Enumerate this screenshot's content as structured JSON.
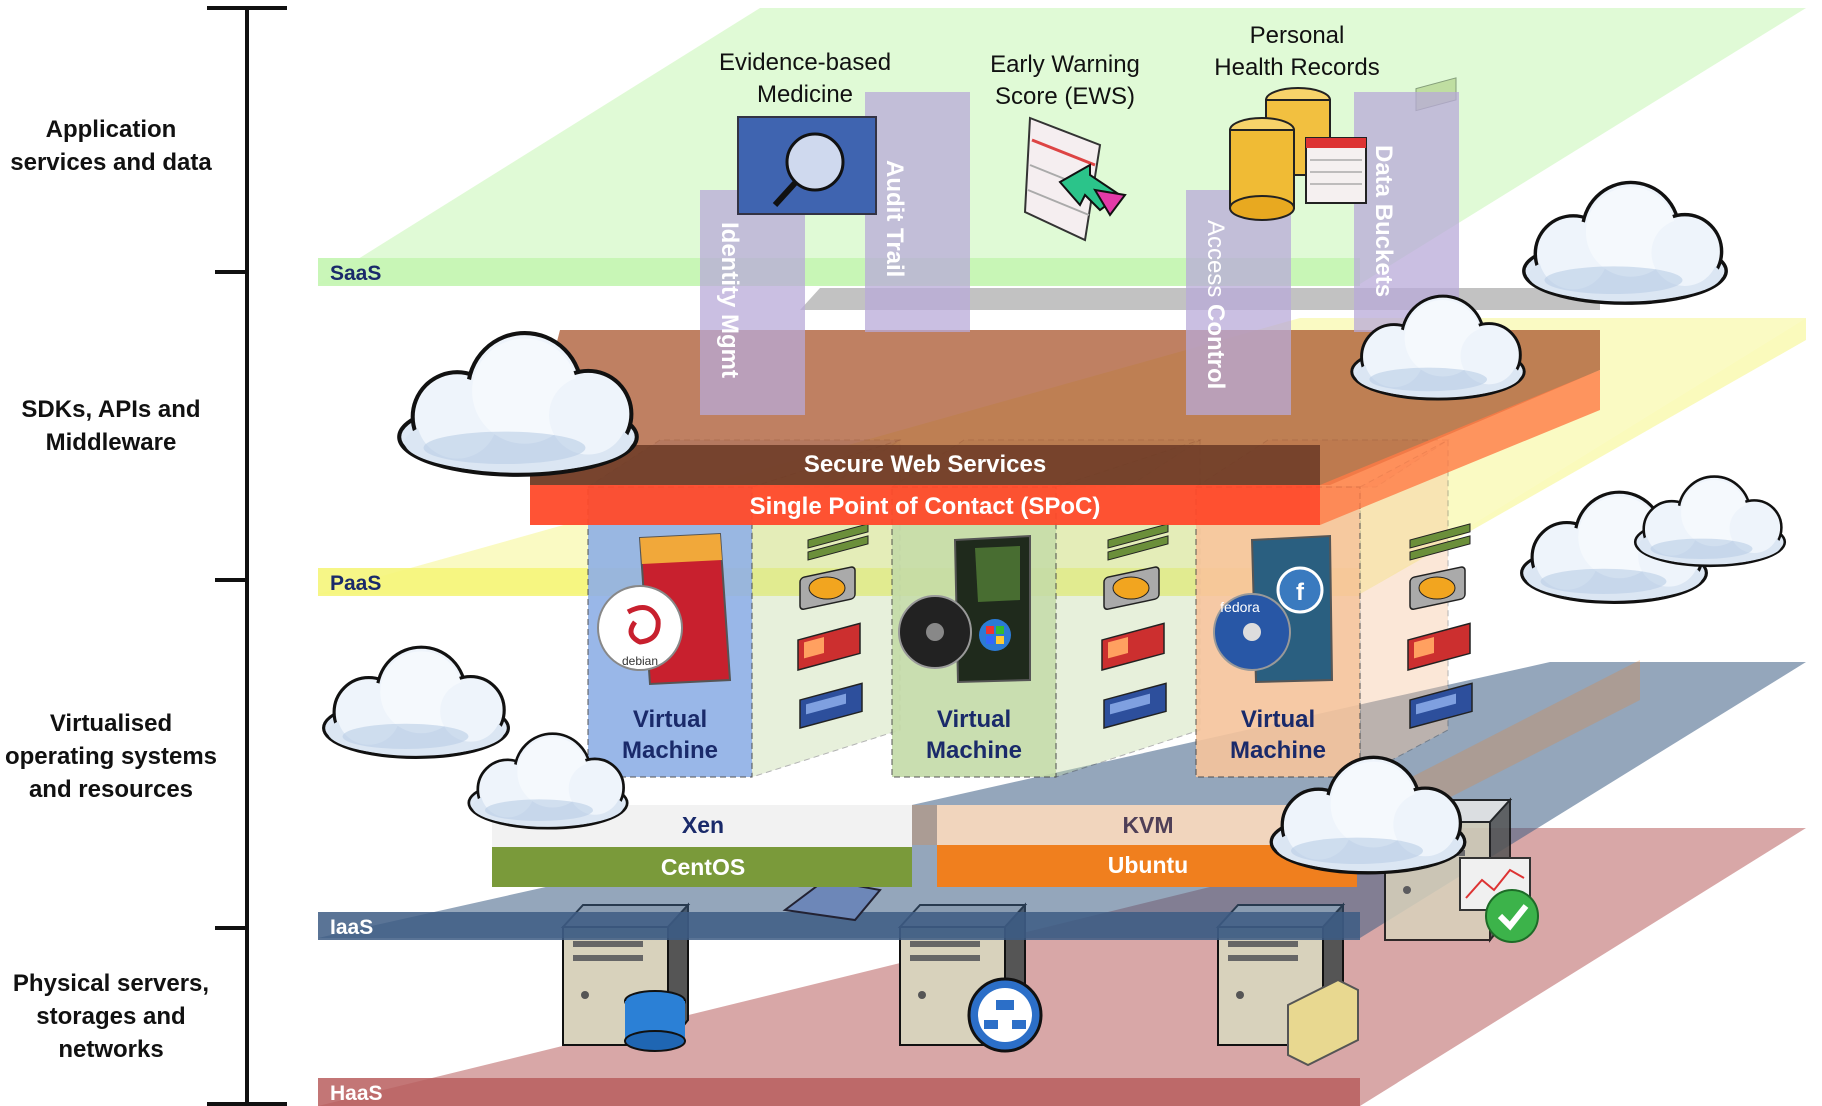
{
  "layers": {
    "saas": "SaaS",
    "paas": "PaaS",
    "iaas": "IaaS",
    "haas": "HaaS"
  },
  "side_labels": {
    "application": "Application\nservices and data",
    "sdk": "SDKs, APIs and\nMiddleware",
    "virtualised": "Virtualised\noperating systems\nand resources",
    "physical": "Physical servers,\nstorages and\nnetworks"
  },
  "apps": {
    "ebm_line1": "Evidence-based",
    "ebm_line2": "Medicine",
    "ews_line1": "Early Warning",
    "ews_line2": "Score (EWS)",
    "phr_line1": "Personal",
    "phr_line2": "Health Records"
  },
  "pillars": {
    "identity": "Identity Mgmt",
    "audit": "Audit Trail",
    "access_prefix": "Access ",
    "access_bold": "Control",
    "data": "Data Buckets"
  },
  "bars": {
    "secure": "Secure Web Services",
    "spoc": "Single Point of Contact (SPoC)"
  },
  "vms": {
    "vm_line1": "Virtual",
    "vm_line2": "Machine",
    "debian": "debian",
    "fedora": "fedora"
  },
  "hypervisors": {
    "xen": "Xen",
    "kvm": "KVM"
  },
  "host_os": {
    "centos": "CentOS",
    "ubuntu": "Ubuntu"
  },
  "colors": {
    "saas": "#c6f5b4",
    "paas": "#f5f57a",
    "iaas": "#3d5c84",
    "haas": "#b85e5e",
    "secure": "#6b3a26",
    "spoc": "#ff4a2a",
    "xen_os": "#7a9a3a",
    "kvm_os": "#f07f1e",
    "vm_blue": "#8fb0e6",
    "vm_green": "#c4dba8",
    "vm_orange": "#f6c49c",
    "pillar": "#b8aad8"
  }
}
